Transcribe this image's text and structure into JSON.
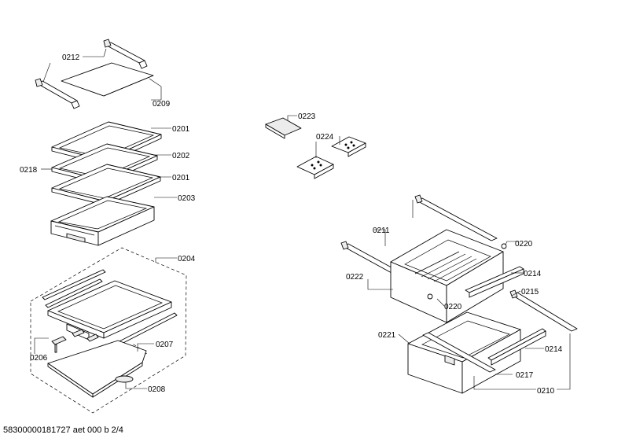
{
  "labels": {
    "p0212": "0212",
    "p0209": "0209",
    "p0201a": "0201",
    "p0202": "0202",
    "p0218": "0218",
    "p0201b": "0201",
    "p0203": "0203",
    "p0204": "0204",
    "p0206": "0206",
    "p0207": "0207",
    "p0208": "0208",
    "p0223": "0223",
    "p0224": "0224",
    "p0211": "0211",
    "p0220a": "0220",
    "p0222": "0222",
    "p0214a": "0214",
    "p0220b": "0220",
    "p0215": "0215",
    "p0221": "0221",
    "p0214b": "0214",
    "p0217": "0217",
    "p0210": "0210"
  },
  "footer": "58300000181727 aet 000 b 2/4"
}
